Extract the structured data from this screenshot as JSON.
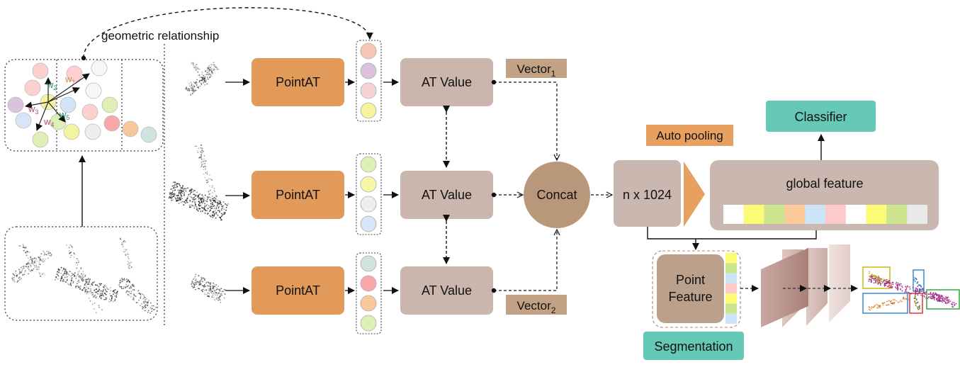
{
  "geo_label": "geometric relationship",
  "weights": [
    {
      "base": "w",
      "sub": "1",
      "color": "#d98a4a"
    },
    {
      "base": "w",
      "sub": "2",
      "color": "#2a8c7a"
    },
    {
      "base": "w",
      "sub": "3",
      "color": "#b0506a"
    },
    {
      "base": "w",
      "sub": "4",
      "color": "#b0506a"
    },
    {
      "base": "w",
      "sub": "5",
      "color": "#2a8c7a"
    }
  ],
  "pointat": [
    "PointAT",
    "PointAT",
    "PointAT"
  ],
  "at_value": [
    "AT Value",
    "AT Value",
    "AT Value"
  ],
  "vector1": {
    "base": "Vector",
    "sub": "1"
  },
  "vector2": {
    "base": "Vector",
    "sub": "2"
  },
  "concat": "Concat",
  "auto_pooling": "Auto pooling",
  "nx1024": "n x 1024",
  "classifier": "Classifier",
  "global_feature": "global feature",
  "point_feature": [
    "Point",
    "Feature"
  ],
  "segmentation": "Segmentation",
  "colors": {
    "pointat": "#e19a5a",
    "at_value": "#cbb6ad",
    "vector_tag": "#c2a184",
    "concat": "#b8977a",
    "feature_box": "#cab8b0",
    "auto_pooling": "#e8a060",
    "teal": "#66c9b8",
    "point_feature": "#bba08c"
  },
  "columns": [
    [
      "#f7c6b5",
      "#dcc2de",
      "#f9d3d4",
      "#f6f29e"
    ],
    [
      "#dff0b6",
      "#f8f6a7",
      "#eeeeee",
      "#d6e6f6"
    ],
    [
      "#cfe4de",
      "#f9a9a9",
      "#f8c79b",
      "#dff0b6"
    ]
  ],
  "global_strip": [
    "#ffffff",
    "#fbfb77",
    "#cde58e",
    "#fcc99b",
    "#cde4f8",
    "#fccaca",
    "#ffffff",
    "#fbfb77",
    "#cde58e",
    "#e9e9e9"
  ],
  "pf_strip": [
    "#fbfb77",
    "#cde58e",
    "#cde4f8",
    "#fccaca",
    "#fbfb77",
    "#cde58e",
    "#cde4f8"
  ]
}
